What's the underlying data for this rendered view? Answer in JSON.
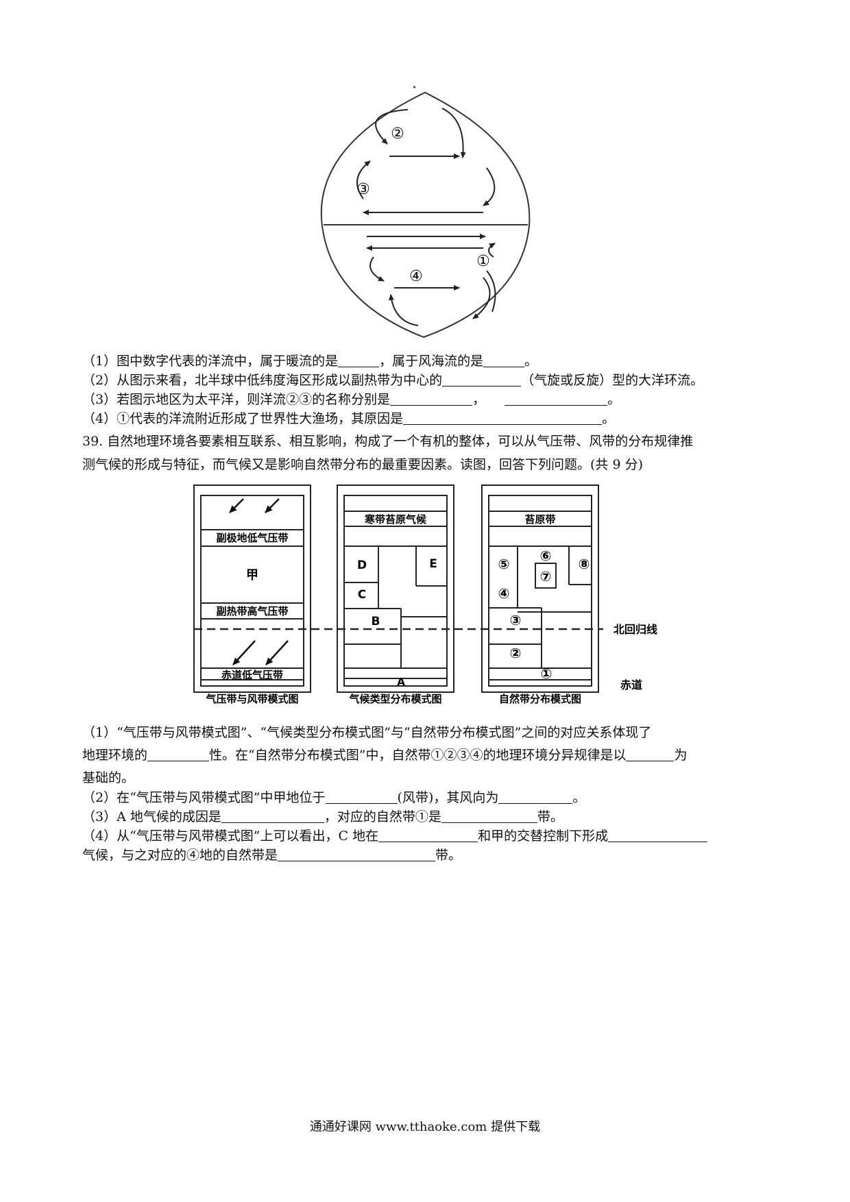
{
  "ocean_diagram": {
    "labels": [
      "①",
      "②",
      "③",
      "④"
    ]
  },
  "q38": {
    "q1": {
      "prefix": "（1）图中数字代表的洋流中，属于暖流的是",
      "mid": "，属于风海流的是",
      "suffix": "。"
    },
    "q2": {
      "prefix": "（2）从图示来看，北半球中低纬度海区形成以副热带为中心的",
      "suffix": "（气旋或反旋）型的大洋环流。"
    },
    "q3": {
      "prefix": "（3）若图示地区为太平洋，则洋流②③的名称分别是",
      "mid": "，",
      "suffix": "。"
    },
    "q4": {
      "prefix": "（4）①代表的洋流附近形成了世界性大渔场，其原因是",
      "suffix": "。"
    }
  },
  "q39": {
    "intro_line1": "39. 自然地理环境各要素相互联系、相互影响，构成了一个有机的整体，可以从气压带、风带的分布规律推",
    "intro_line2": "测气候的形成与特征，而气候又是影响自然带分布的最重要因素。读图，回答下列问题。(共 9 分)",
    "panel1": {
      "caption": "气压带与风带模式图",
      "belt_top": "副极地低气压带",
      "center": "甲",
      "belt_mid": "副热带高气压带",
      "belt_bottom": "赤道低气压带"
    },
    "panel2": {
      "caption": "气候类型分布模式图",
      "top": "寒带苔原气候",
      "letters": [
        "D",
        "E",
        "C",
        "B",
        "A"
      ]
    },
    "panel3": {
      "caption": "自然带分布模式图",
      "top": "苔原带",
      "nums": [
        "⑤",
        "⑥",
        "⑦",
        "⑧",
        "④",
        "③",
        "②",
        "①"
      ]
    },
    "tropic_label": "北回归线",
    "equator_label": "赤道",
    "q1": {
      "line1": "（1）“气压带与风带模式图”、“气候类型分布模式图”与“自然带分布模式图”之间的对应关系体现了",
      "line2_prefix": "地理环境的",
      "line2_mid": "性。在“自然带分布模式图”中，自然带①②③④的地理环境分异规律是以",
      "line2_suffix": "为",
      "line3": "基础的。"
    },
    "q2": {
      "prefix": "（2）在“气压带与风带模式图”中甲地位于",
      "mid": "(风带)，其风向为",
      "suffix": "。"
    },
    "q3": {
      "prefix": "（3）A 地气候的成因是",
      "mid": "，对应的自然带①是",
      "suffix": "带。"
    },
    "q4": {
      "line1_prefix": "（4）从“气压带与风带模式图”上可以看出，C 地在",
      "line1_mid": "和甲的交替控制下形成",
      "line2_prefix": "气候，与之对应的④地的自然带是",
      "line2_suffix": "带。"
    }
  },
  "footer": "通通好课网  www.tthaoke.com  提供下载"
}
